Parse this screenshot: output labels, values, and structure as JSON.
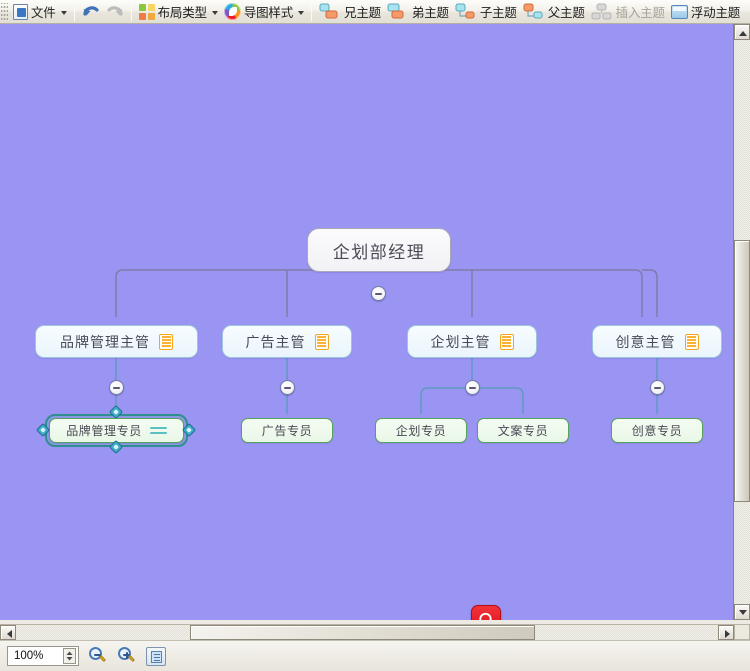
{
  "toolbar": {
    "items": [
      {
        "id": "file",
        "label": "文件",
        "icon": "file-icon",
        "caret": true,
        "dim": false
      },
      {
        "id": "undo",
        "label": "",
        "icon": "undo-icon",
        "caret": false,
        "dim": false
      },
      {
        "id": "redo",
        "label": "",
        "icon": "redo-icon",
        "caret": false,
        "dim": true
      },
      {
        "id": "layout-type",
        "label": "布局类型",
        "icon": "layout-grid-icon",
        "caret": true,
        "dim": false
      },
      {
        "id": "map-style",
        "label": "导图样式",
        "icon": "color-wheel-icon",
        "caret": true,
        "dim": false
      },
      {
        "id": "sibling-before",
        "label": "兄主题",
        "icon": "sibling-topic-icon",
        "caret": false,
        "dim": false
      },
      {
        "id": "sibling-after",
        "label": "弟主题",
        "icon": "younger-topic-icon",
        "caret": false,
        "dim": false
      },
      {
        "id": "child-topic",
        "label": "子主题",
        "icon": "child-topic-icon",
        "caret": false,
        "dim": false
      },
      {
        "id": "parent-topic",
        "label": "父主题",
        "icon": "parent-topic-icon",
        "caret": false,
        "dim": false
      },
      {
        "id": "insert-topic",
        "label": "插入主题",
        "icon": "insert-topic-icon",
        "caret": false,
        "dim": true
      },
      {
        "id": "float-topic",
        "label": "浮动主题",
        "icon": "floating-topic-icon",
        "caret": false,
        "dim": false
      }
    ]
  },
  "canvas": {
    "background_color": "#9a94f2",
    "edge_color_level1": "#7f7ba6",
    "edge_color_level2": "#5d9bbf",
    "search_button": {
      "name": "search-icon",
      "color": "#dd0d16"
    }
  },
  "mindmap": {
    "root": {
      "label": "企划部经理"
    },
    "level2": [
      {
        "label": "品牌管理主管",
        "has_note": true
      },
      {
        "label": "广告主管",
        "has_note": true
      },
      {
        "label": "企划主管",
        "has_note": true
      },
      {
        "label": "创意主管",
        "has_note": true
      }
    ],
    "level3": [
      {
        "label": "品牌管理专员",
        "selected": true,
        "has_link": true
      },
      {
        "label": "广告专员",
        "selected": false,
        "has_link": false
      },
      {
        "label": "企划专员",
        "selected": false,
        "has_link": false
      },
      {
        "label": "文案专员",
        "selected": false,
        "has_link": false
      },
      {
        "label": "创意专员",
        "selected": false,
        "has_link": false
      }
    ]
  },
  "statusbar": {
    "zoom_value": "100%",
    "zoom_out_label": "zoom-out",
    "zoom_in_label": "zoom-in",
    "fit_label": "fit-to-window"
  }
}
